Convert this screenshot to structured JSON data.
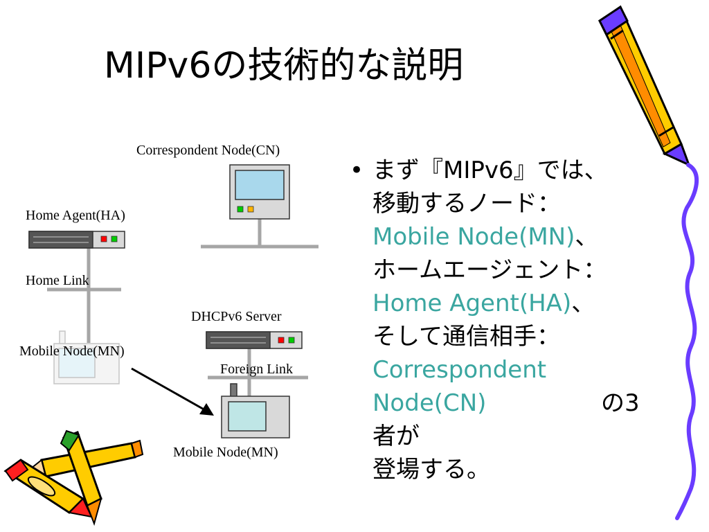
{
  "slide": {
    "title": "MIPv6の技術的な説明"
  },
  "diagram": {
    "cn_label": "Correspondent Node(CN)",
    "ha_label": "Home Agent(HA)",
    "home_link_label": "Home Link",
    "dhcp_label": "DHCPv6 Server",
    "mn_home_label": "Mobile Node(MN)",
    "foreign_link_label": "Foreign Link",
    "mn_foreign_label": "Mobile Node(MN)"
  },
  "bullet": {
    "marker": "•",
    "line1": "まず『MIPv6』では、",
    "line2": "移動するノード：",
    "term_mn": "Mobile Node(MN)",
    "comma1": "、",
    "line4": "ホームエージェント：",
    "term_ha": "Home Agent(HA)",
    "comma2": "、",
    "line6": "そして通信相手：",
    "term_cn": "Correspondent Node(CN)",
    "line8_suffix": "の3者が",
    "line9": "登場する。"
  },
  "colors": {
    "term": "#3aa6a0",
    "link_line": "#a6a6a6",
    "device_fill": "#d9d9d9",
    "screen_fill": "#a9d8ec",
    "server_body": "#555555",
    "led_red": "#ff0000",
    "led_green": "#00cc00",
    "led_yellow": "#ffb400",
    "squiggle": "#6a3cff",
    "pencil_yellow": "#ffcc00",
    "pencil_orange": "#ff8c00"
  },
  "icons": [
    "pencil-icon",
    "crossed-pencils-icon",
    "server-icon",
    "pc-icon",
    "laptop-icon",
    "arrow-icon",
    "squiggle-line-icon"
  ]
}
